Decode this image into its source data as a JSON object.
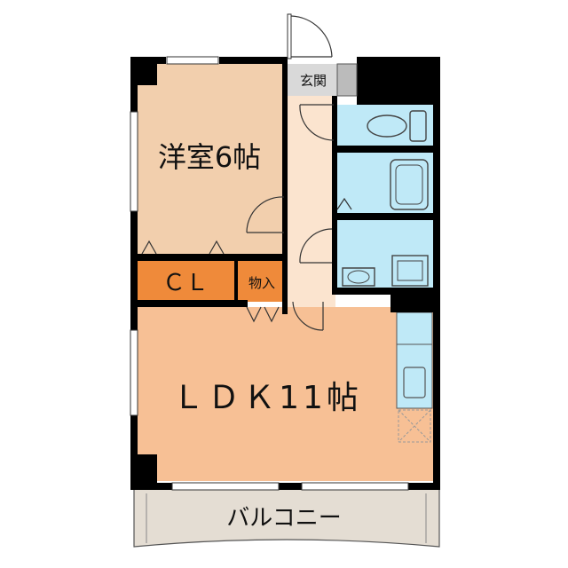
{
  "rooms": {
    "western_room": {
      "name": "洋室6帖",
      "color": "#f2cfad"
    },
    "closet": {
      "name": "ＣＬ",
      "color": "#ef8a3a"
    },
    "storage": {
      "name": "物入",
      "color": "#ef8a3a"
    },
    "ldk": {
      "name": "ＬＤＫ11帖",
      "color": "#f7c095"
    },
    "entrance": {
      "name": "玄関",
      "color": "#d9d9d9"
    },
    "balcony": {
      "name": "バルコニー",
      "color": "#e4ddd3"
    },
    "hallway": {
      "color": "#fbe4cf"
    },
    "wet_area": {
      "color": "#bfe9f7"
    }
  },
  "colors": {
    "wall": "#000000",
    "line": "#555555"
  }
}
